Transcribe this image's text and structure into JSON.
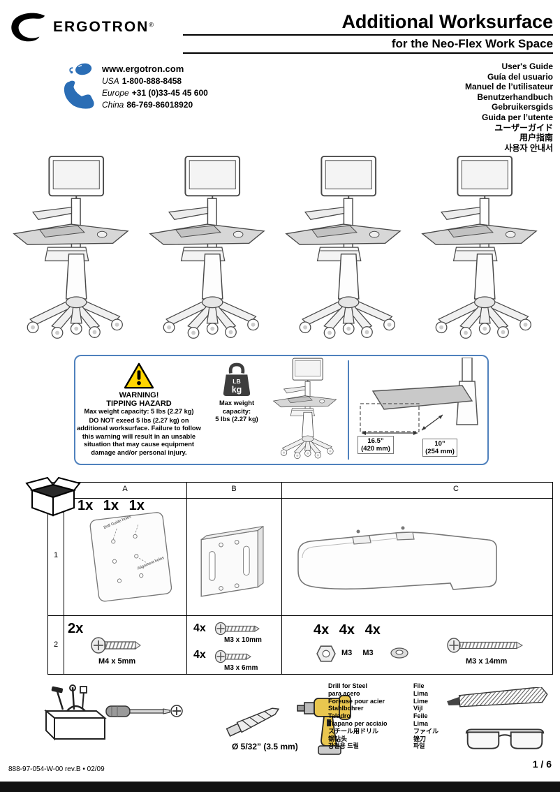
{
  "header": {
    "brand": "ERGOTRON",
    "reg": "®",
    "title": "Additional Worksurface",
    "subtitle": "for the Neo-Flex Work Space"
  },
  "contact": {
    "website": "www.ergotron.com",
    "phones": [
      {
        "region": "USA",
        "number": "1-800-888-8458"
      },
      {
        "region": "Europe",
        "number": "+31 (0)33-45 45 600"
      },
      {
        "region": "China",
        "number": "86-769-86018920"
      }
    ]
  },
  "languages": [
    "User's Guide",
    "Guía del usuario",
    "Manuel de l’utilisateur",
    "Benutzerhandbuch",
    "Gebruikersgids",
    "Guida per l’utente",
    "ユーザーガイド",
    "用户指南",
    "사용자 안내서"
  ],
  "warning": {
    "title": "WARNING!",
    "hazard": "TIPPING HAZARD",
    "capacity_line": "Max weight capacity: 5 lbs (2.27 kg)",
    "body": "DO NOT exeed 5 lbs (2.27 kg) on additional worksurface. Failure to follow this warning will result in an unsable situation that may cause equipment damage and/or personal injury.",
    "weight_lb": "LB",
    "weight_kg": "kg",
    "max_capacity_label": "Max weight capacity:",
    "max_capacity_value": "5 lbs (2.27 kg)",
    "dims": {
      "width": "16.5”",
      "width_mm": "(420 mm)",
      "depth": "10”",
      "depth_mm": "(254 mm)"
    }
  },
  "parts": {
    "col_a": "A",
    "col_b": "B",
    "col_c": "C",
    "row_1": "1",
    "row_2": "2",
    "row1_qty": "1x 1x 1x",
    "a_labels": [
      "Drill Guide holes",
      "Alignment holes"
    ],
    "row2": {
      "a_qty": "2x",
      "a_size": "M4 x 5mm",
      "b1_qty": "4x",
      "b1_size": "M3 x 10mm",
      "b2_qty": "4x",
      "b2_size": "M3 x 6mm",
      "c_qty": "4x 4x 4x",
      "c_nut_size": "M3 M3",
      "c_screw_size": "M3 x 14mm"
    }
  },
  "tools": {
    "bit_label": "Ø 5/32” (3.5 mm)",
    "drill_names": [
      "Drill for Steel",
      "para acero",
      "Foreuse pour acier",
      "Stahlbohrer",
      "Taladro",
      "Trapano per acciaio",
      "スチール用ドリル",
      "钢钻头",
      "강철용 드릴"
    ],
    "file_names": [
      "File",
      "Lima",
      "Lime",
      "Vijl",
      "Feile",
      "Lima",
      "ファイル",
      "锉刀",
      "파일"
    ]
  },
  "footer": {
    "doc_number": "888-97-054-W-00 rev.B • 02/09",
    "page": "1 / 6"
  },
  "colors": {
    "accent": "#2a6db5",
    "warn_border": "#4f81bd",
    "hazard_yellow": "#ffd500"
  }
}
